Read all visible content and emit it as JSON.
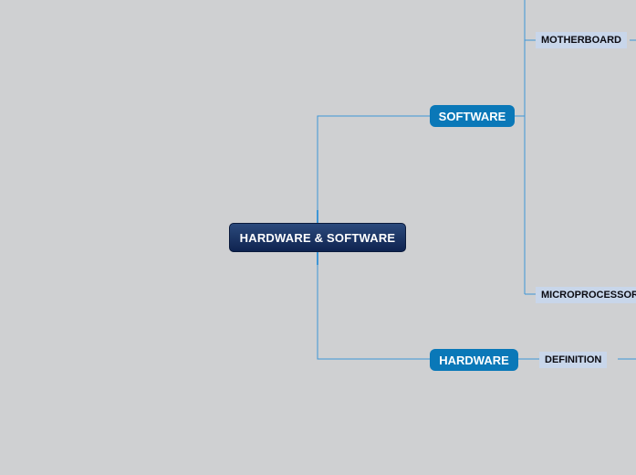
{
  "map": {
    "root": {
      "label": "HARDWARE & SOFTWARE"
    },
    "branches": [
      {
        "label": "SOFTWARE",
        "children": [
          "MOTHERBOARD",
          "MICROPROCESSOR"
        ]
      },
      {
        "label": "HARDWARE",
        "children": [
          "DEFINITION"
        ]
      }
    ]
  },
  "colors": {
    "background": "#cfd0d2",
    "root": "#16295a",
    "branch": "#0a78b8",
    "subtopic": "#c8d6ea",
    "connector": "#3d96d6"
  }
}
